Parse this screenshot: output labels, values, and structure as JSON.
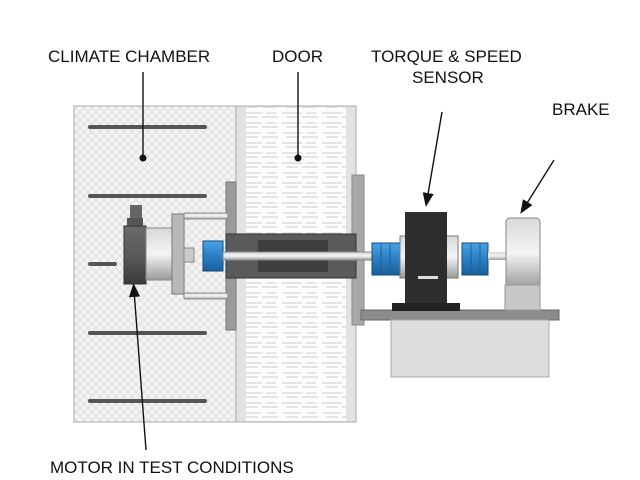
{
  "labels": {
    "climate_chamber": "CLIMATE CHAMBER",
    "door": "DOOR",
    "torque_sensor_line1": "TORQUE & SPEED",
    "torque_sensor_line2": "SENSOR",
    "brake": "BRAKE",
    "motor": "MOTOR IN TEST CONDITIONS"
  },
  "colors": {
    "chamber_fill": "#f2f2f2",
    "door_fill": "#fbfbfb",
    "coupling_blue": "#2a7fc4",
    "sensor_dark": "#2e2e2e",
    "base_gray": "#dcdcdc"
  }
}
